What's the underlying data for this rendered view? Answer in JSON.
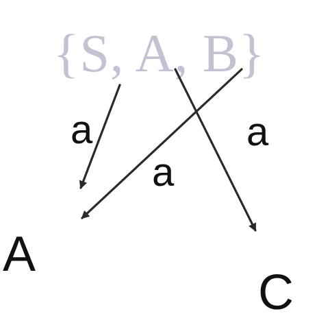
{
  "diagram": {
    "source_state": "{S, A, B}",
    "targets": [
      "A",
      "C"
    ],
    "edges": [
      {
        "from": "{S, A, B}",
        "to": "A",
        "label": "a"
      },
      {
        "from": "{S, A, B}",
        "to": "A",
        "label": "a"
      },
      {
        "from": "{S, A, B}",
        "to": "C",
        "label": "a"
      }
    ]
  },
  "colors": {
    "source_text": "#c2c2d2",
    "ink": "#111111",
    "arrow": "#2a2a2a"
  }
}
